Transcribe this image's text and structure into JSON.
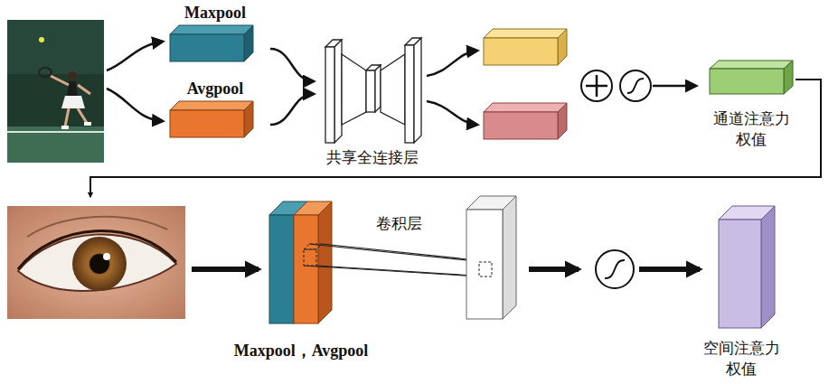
{
  "diagram": {
    "nodes": [
      {
        "text": [
          "Maxpool"
        ]
      },
      {
        "text": [
          "Avgpool"
        ]
      },
      {
        "text": [
          "共享全连接层"
        ]
      },
      {
        "text": [
          "通道注意力 权值"
        ]
      },
      {
        "text": [
          "Maxpool，Avgpool"
        ]
      },
      {
        "text": [
          "空间注意力 权值"
        ]
      }
    ],
    "edges": [
      {
        "from": 0,
        "to": 2,
        "arrow": "to"
      },
      {
        "from": 1,
        "to": 2,
        "arrow": "to"
      }
    ],
    "labels": [
      "卷积层"
    ]
  }
}
